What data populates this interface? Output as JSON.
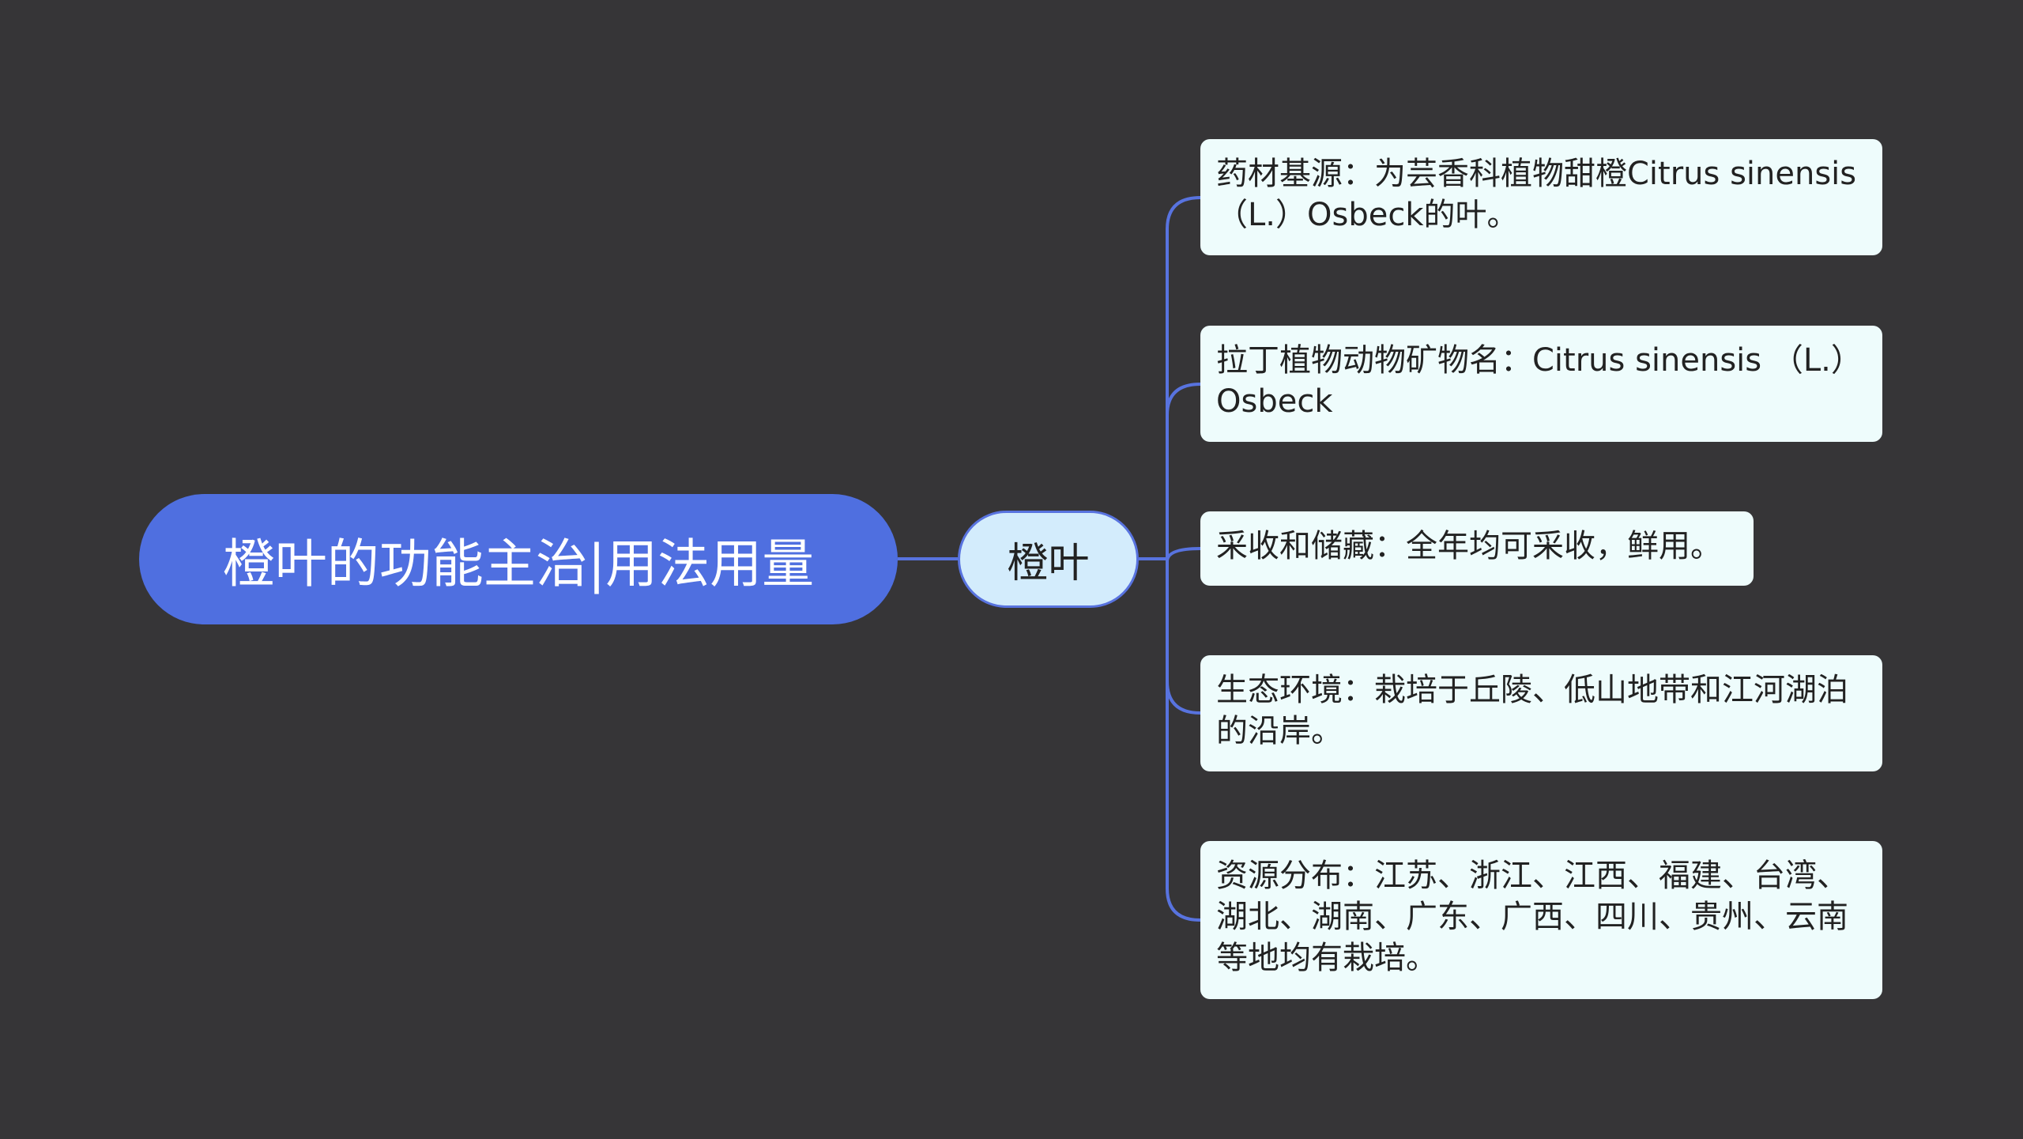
{
  "mindmap": {
    "root": {
      "label": "橙叶的功能主治|用法用量"
    },
    "branch": {
      "label": "橙叶"
    },
    "leaves": [
      {
        "label": "药材基源：为芸香科植物甜橙Citrus sinensis（L.）Osbeck的叶。"
      },
      {
        "label": "拉丁植物动物矿物名：Citrus sinensis （L.）Osbeck"
      },
      {
        "label": "采收和储藏：全年均可采收，鲜用。"
      },
      {
        "label": "生态环境：栽培于丘陵、低山地带和江河湖泊的沿岸。"
      },
      {
        "label": "资源分布：江苏、浙江、江西、福建、台湾、湖北、湖南、广东、广西、四川、贵州、云南等地均有栽培。"
      }
    ]
  },
  "colors": {
    "background": "#363537",
    "root_fill": "#4f6fe0",
    "branch_fill": "#d3ecfc",
    "leaf_fill": "#eefcfc",
    "connector": "#5873df"
  }
}
